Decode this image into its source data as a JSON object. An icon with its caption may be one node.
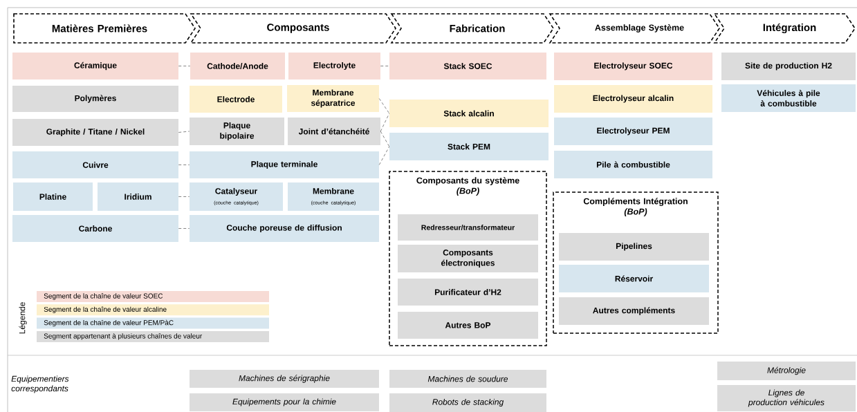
{
  "diagram": {
    "nodes": [
      {
        "text": [
          "Matières Premières"
        ]
      },
      {
        "text": [
          "Composants"
        ]
      },
      {
        "text": [
          "Fabrication"
        ]
      },
      {
        "text": [
          "Assemblage Système"
        ]
      },
      {
        "text": [
          "Intégration"
        ]
      },
      {
        "text": [
          "Céramique"
        ]
      },
      {
        "text": [
          "Cathode/Anode"
        ]
      },
      {
        "text": [
          "Electrolyte"
        ]
      },
      {
        "text": [
          "Stack SOEC"
        ]
      },
      {
        "text": [
          "Electrolyseur SOEC"
        ]
      },
      {
        "text": [
          "Site de production H2"
        ]
      },
      {
        "text": [
          "Polymères"
        ]
      },
      {
        "text": [
          "Electrode"
        ]
      },
      {
        "text": [
          "Membrane séparatrice"
        ]
      },
      {
        "text": [
          "Electrolyseur alcalin"
        ]
      },
      {
        "text": [
          "Véhicules à pile à combustible"
        ]
      },
      {
        "text": [
          "Stack alcalin"
        ]
      },
      {
        "text": [
          "Graphite / Titane / Nickel"
        ]
      },
      {
        "text": [
          "Plaque bipolaire"
        ]
      },
      {
        "text": [
          "Joint d’étanchéité"
        ]
      },
      {
        "text": [
          "Electrolyseur PEM"
        ]
      },
      {
        "text": [
          "Stack PEM"
        ]
      },
      {
        "text": [
          "Cuivre"
        ]
      },
      {
        "text": [
          "Plaque terminale"
        ]
      },
      {
        "text": [
          "Pile à combustible"
        ]
      },
      {
        "text": [
          "Composants du système",
          "(BoP)"
        ]
      },
      {
        "text": [
          "Platine"
        ]
      },
      {
        "text": [
          "Iridium"
        ]
      },
      {
        "text": [
          "Catalyseur",
          "(couche catalytique)"
        ]
      },
      {
        "text": [
          "Membrane",
          "(couche catalytique)"
        ]
      },
      {
        "text": [
          "Compléments Intégration",
          "(BoP)"
        ]
      },
      {
        "text": [
          "Redresseur/transformateur"
        ],
        "in": 25
      },
      {
        "text": [
          "Carbone"
        ]
      },
      {
        "text": [
          "Couche poreuse de diffusion"
        ]
      },
      {
        "text": [
          "Pipelines"
        ],
        "in": 30
      },
      {
        "text": [
          "Composants électroniques"
        ],
        "in": 25
      },
      {
        "text": [
          "Réservoir"
        ],
        "in": 30
      },
      {
        "text": [
          "Purificateur d’H2"
        ],
        "in": 25
      },
      {
        "text": [
          "Autres compléments"
        ],
        "in": 30
      },
      {
        "text": [
          "Autres BoP"
        ],
        "in": 25
      },
      {
        "text": [
          "Métrologie"
        ]
      },
      {
        "text": [
          "Machines de sérigraphie"
        ]
      },
      {
        "text": [
          "Machines de soudure"
        ]
      },
      {
        "text": [
          "Lignes de production véhicules"
        ]
      },
      {
        "text": [
          "Equipements pour la chimie"
        ]
      },
      {
        "text": [
          "Robots de stacking"
        ]
      }
    ],
    "edges": [
      {
        "from": 5,
        "to": 6,
        "arrow": "none",
        "style": "dashed"
      },
      {
        "from": 7,
        "to": 8,
        "arrow": "none",
        "style": "dashed"
      },
      {
        "from": 17,
        "to": 18,
        "arrow": "none",
        "style": "dashed"
      },
      {
        "from": 22,
        "to": 23,
        "arrow": "none",
        "style": "dashed"
      },
      {
        "from": 27,
        "to": 28,
        "arrow": "none",
        "style": "dashed"
      },
      {
        "from": 32,
        "to": 33,
        "arrow": "none",
        "style": "dashed"
      },
      {
        "from": 13,
        "to": 16,
        "arrow": "none",
        "style": "dashed"
      },
      {
        "from": 19,
        "to": 16,
        "arrow": "none",
        "style": "dashed"
      },
      {
        "from": 19,
        "to": 21,
        "arrow": "none",
        "style": "dashed"
      },
      {
        "from": 23,
        "to": 21,
        "arrow": "none",
        "style": "dashed"
      }
    ],
    "labels": [
      "Légende",
      "Equipementiers correspondants"
    ],
    "legend": [
      {
        "text": "Segment de la chaîne de valeur SOEC",
        "color": "#f7dbd5"
      },
      {
        "text": "Segment de la chaîne de valeur alcaline",
        "color": "#fdf0cc"
      },
      {
        "text": "Segment de la chaîne de valeur PEM/PàC",
        "color": "#d7e6ef"
      },
      {
        "text": "Segment appartenant à plusieurs chaînes de valeur",
        "color": "#dcdcdc"
      }
    ]
  }
}
